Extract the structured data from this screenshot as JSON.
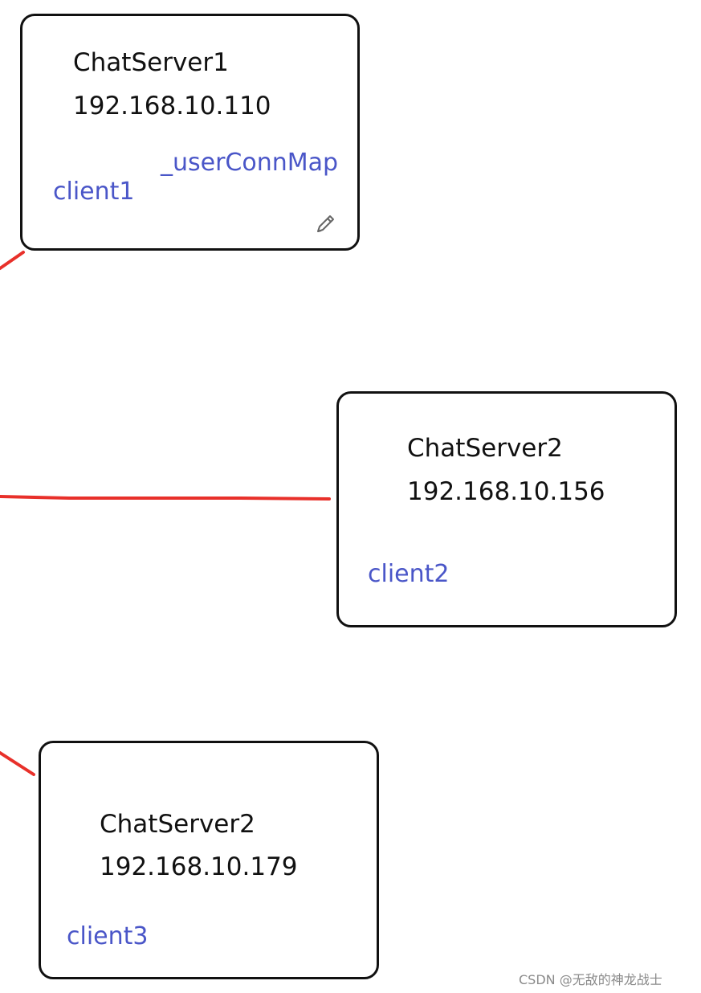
{
  "nodes": [
    {
      "title": "ChatServer1",
      "ip": "192.168.10.110",
      "client": "client1",
      "map_label": "_userConnMap",
      "icon": "pencil-icon"
    },
    {
      "title": "ChatServer2",
      "ip": "192.168.10.156",
      "client": "client2"
    },
    {
      "title": "ChatServer2",
      "ip": "192.168.10.179",
      "client": "client3"
    }
  ],
  "colors": {
    "link": "#e8302a",
    "border": "#111111",
    "text": "#111111",
    "client_text": "#4a56c8",
    "watermark": "#8a8a8a"
  },
  "watermark": "CSDN @无敌的神龙战士"
}
